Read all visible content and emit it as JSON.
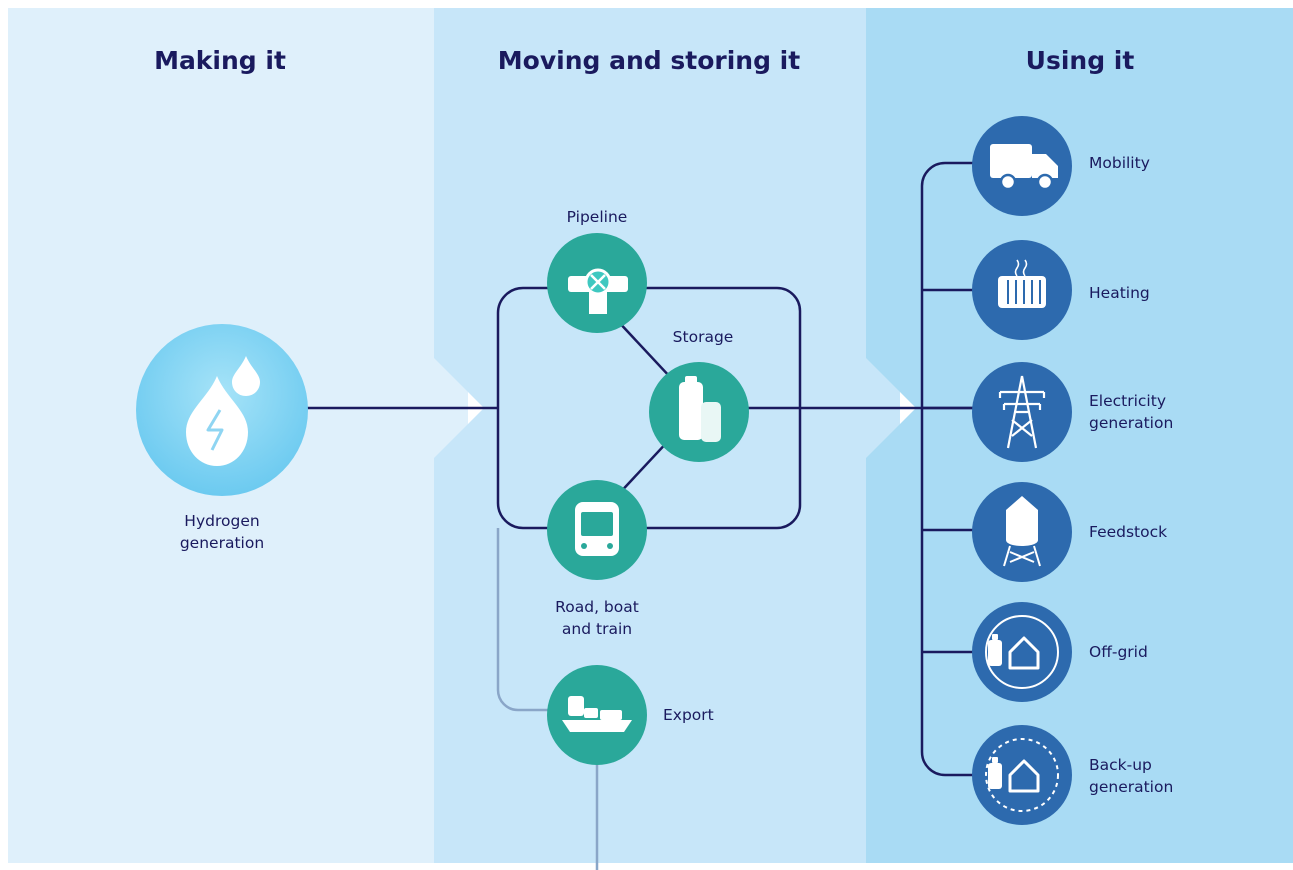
{
  "columns": {
    "making": "Making it",
    "moving": "Moving and storing it",
    "using": "Using it"
  },
  "nodes": {
    "hydrogen": {
      "line1": "Hydrogen",
      "line2": "generation",
      "icon": "water-drop-lightning-icon"
    },
    "pipeline": {
      "label": "Pipeline",
      "icon": "pipeline-valve-icon"
    },
    "storage": {
      "label": "Storage",
      "icon": "storage-tank-icon"
    },
    "road": {
      "line1": "Road, boat",
      "line2": "and train",
      "icon": "train-icon"
    },
    "export": {
      "label": "Export",
      "icon": "cargo-ship-icon"
    }
  },
  "uses": {
    "mobility": {
      "label": "Mobility",
      "icon": "truck-icon"
    },
    "heating": {
      "label": "Heating",
      "icon": "radiator-icon"
    },
    "electricity": {
      "line1": "Electricity",
      "line2": "generation",
      "icon": "power-pylon-icon"
    },
    "feedstock": {
      "label": "Feedstock",
      "icon": "silo-icon"
    },
    "offgrid": {
      "label": "Off-grid",
      "icon": "battery-house-icon"
    },
    "backup": {
      "line1": "Back-up",
      "line2": "generation",
      "icon": "backup-house-icon"
    }
  },
  "colors": {
    "making_bg": "#dff0fb",
    "moving_bg": "#c7e6f9",
    "using_bg": "#a9dbf4",
    "teal_node": "#2aa89a",
    "blue_node": "#2d6aae",
    "hydrogen_node": "#7fd3f3",
    "line_dark": "#1a1a5e",
    "line_light": "#8aa6c8"
  }
}
